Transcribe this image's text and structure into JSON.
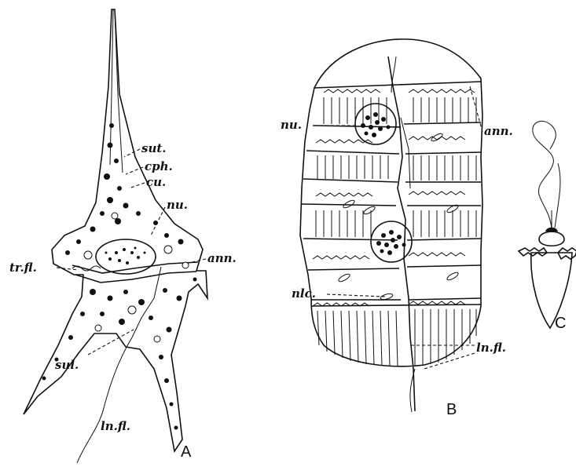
{
  "figure": {
    "panels": {
      "a": "A",
      "b": "B",
      "c": "C"
    },
    "labels_a": {
      "sut": "sut.",
      "cph": "cph.",
      "cu": "cu.",
      "nu": "nu.",
      "ann": "ann.",
      "trfl": "tr.fl.",
      "sul": "sul.",
      "lnfl": "ln.fl."
    },
    "labels_b": {
      "nu": "nu.",
      "ann": "ann.",
      "nlc": "nlc.",
      "lnfl": "ln.fl."
    }
  }
}
